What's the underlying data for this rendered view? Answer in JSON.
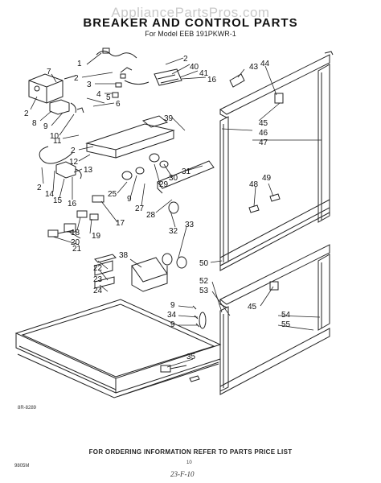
{
  "header": {
    "watermark": "AppliancePartsPros.com",
    "title": "BREAKER AND CONTROL PARTS",
    "subtitle": "For Model EEB 191PKWR-1"
  },
  "footer": {
    "ordering_note": "FOR ORDERING INFORMATION REFER TO PARTS PRICE LIST",
    "page_number": "10",
    "code_left": "8R-8289",
    "code_bottom": "9805M",
    "handwritten_date": "23-F-10"
  },
  "callouts": [
    {
      "id": "c1",
      "text": "1"
    },
    {
      "id": "c2a",
      "text": "2"
    },
    {
      "id": "c3",
      "text": "3"
    },
    {
      "id": "c4",
      "text": "4"
    },
    {
      "id": "c5",
      "text": "5"
    },
    {
      "id": "c6",
      "text": "6"
    },
    {
      "id": "c7",
      "text": "7"
    },
    {
      "id": "c2b",
      "text": "2"
    },
    {
      "id": "c8",
      "text": "8"
    },
    {
      "id": "c9a",
      "text": "9"
    },
    {
      "id": "c10",
      "text": "10"
    },
    {
      "id": "c11",
      "text": "11"
    },
    {
      "id": "c2c",
      "text": "2"
    },
    {
      "id": "c12",
      "text": "12"
    },
    {
      "id": "c13",
      "text": "13"
    },
    {
      "id": "c2d",
      "text": "2"
    },
    {
      "id": "c14",
      "text": "14"
    },
    {
      "id": "c15",
      "text": "15"
    },
    {
      "id": "c16a",
      "text": "16"
    },
    {
      "id": "c17",
      "text": "17"
    },
    {
      "id": "c18",
      "text": "18"
    },
    {
      "id": "c19",
      "text": "19"
    },
    {
      "id": "c20",
      "text": "20"
    },
    {
      "id": "c21",
      "text": "21"
    },
    {
      "id": "c2e",
      "text": "2"
    },
    {
      "id": "c40",
      "text": "40"
    },
    {
      "id": "c41",
      "text": "41"
    },
    {
      "id": "c16b",
      "text": "16"
    },
    {
      "id": "c39",
      "text": "39"
    },
    {
      "id": "c25",
      "text": "25"
    },
    {
      "id": "c9b",
      "text": "9"
    },
    {
      "id": "c27",
      "text": "27"
    },
    {
      "id": "c29",
      "text": "29"
    },
    {
      "id": "c30",
      "text": "30"
    },
    {
      "id": "c31",
      "text": "31"
    },
    {
      "id": "c28",
      "text": "28"
    },
    {
      "id": "c32",
      "text": "32"
    },
    {
      "id": "c33",
      "text": "33"
    },
    {
      "id": "c38",
      "text": "38"
    },
    {
      "id": "c22",
      "text": "22"
    },
    {
      "id": "c23",
      "text": "23"
    },
    {
      "id": "c24",
      "text": "24"
    },
    {
      "id": "c9c",
      "text": "9"
    },
    {
      "id": "c34",
      "text": "34"
    },
    {
      "id": "c9d",
      "text": "9"
    },
    {
      "id": "c35",
      "text": "35"
    },
    {
      "id": "c43",
      "text": "43"
    },
    {
      "id": "c44",
      "text": "44"
    },
    {
      "id": "c45a",
      "text": "45"
    },
    {
      "id": "c46",
      "text": "46"
    },
    {
      "id": "c47",
      "text": "47"
    },
    {
      "id": "c48",
      "text": "48"
    },
    {
      "id": "c49",
      "text": "49"
    },
    {
      "id": "c50",
      "text": "50"
    },
    {
      "id": "c52",
      "text": "52"
    },
    {
      "id": "c53",
      "text": "53"
    },
    {
      "id": "c45b",
      "text": "45"
    },
    {
      "id": "c54",
      "text": "54"
    },
    {
      "id": "c55",
      "text": "55"
    }
  ]
}
